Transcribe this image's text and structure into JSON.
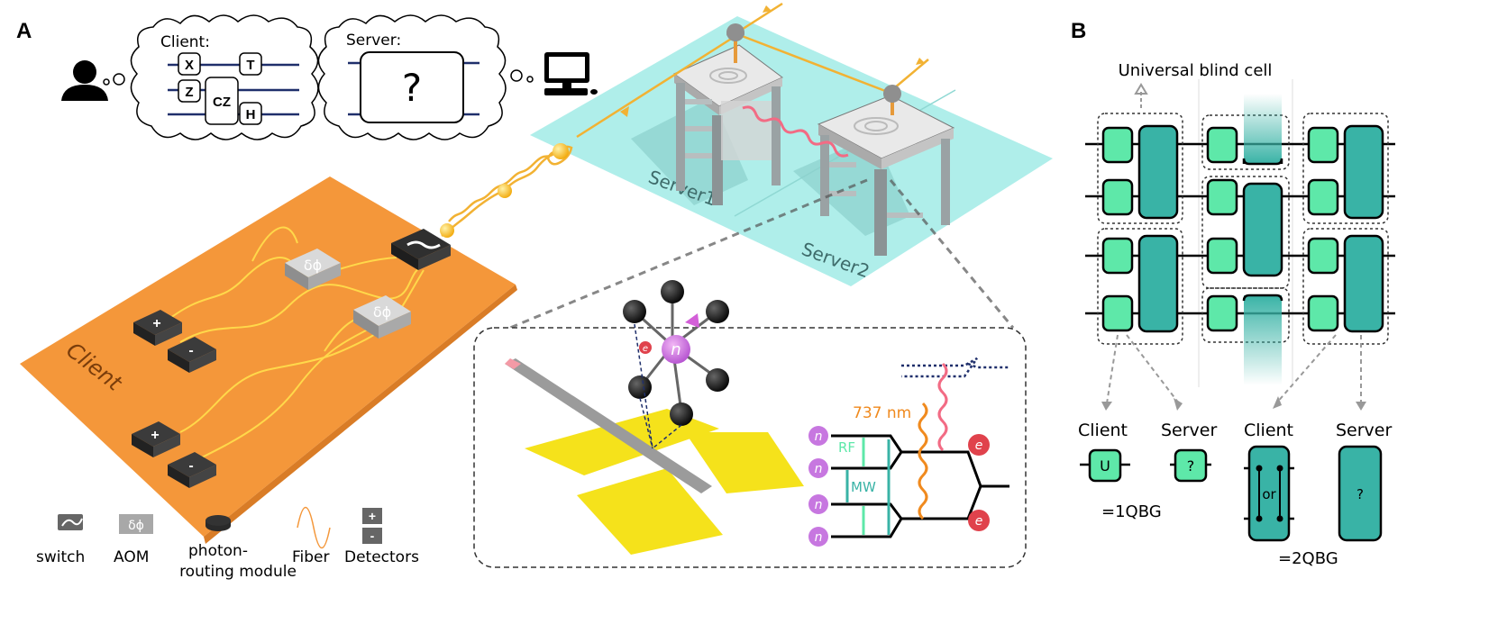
{
  "panel_a": {
    "label": "A",
    "client_bubble_title": "Client:",
    "server_bubble_title": "Server:",
    "gates": {
      "x": "X",
      "t": "T",
      "z": "Z",
      "cz": "CZ",
      "h": "H"
    },
    "server_unknown": "?",
    "client_plane_label": "Client",
    "server1_label": "Server1",
    "server2_label": "Server2",
    "aom_symbol": "δϕ",
    "detector_plus": "+",
    "detector_minus": "-",
    "wavelength": "737 nm",
    "rf_label": "RF",
    "mw_label": "MW",
    "n_symbol": "n",
    "e_symbol": "e",
    "legend": {
      "switch": "switch",
      "aom": "AOM",
      "photon_routing": "photon-\nrouting module",
      "fiber": "Fiber",
      "detectors": "Detectors"
    }
  },
  "panel_b": {
    "label": "B",
    "title": "Universal blind cell",
    "client_1q": "Client",
    "server_1q": "Server",
    "client_2q": "Client",
    "server_2q": "Server",
    "gate_u": "U",
    "unknown": "?",
    "or_text": "or",
    "qbg1": "=1QBG",
    "qbg2": "=2QBG"
  },
  "colors": {
    "orange_plane": "#f4973a",
    "cyan_plane": "#a6ece8",
    "light_green": "#5ee8a9",
    "teal": "#39b3a6",
    "fiber": "#f4b73a",
    "yellow": "#f5e21b",
    "purple": "#c777e0",
    "red": "#e0424c"
  }
}
